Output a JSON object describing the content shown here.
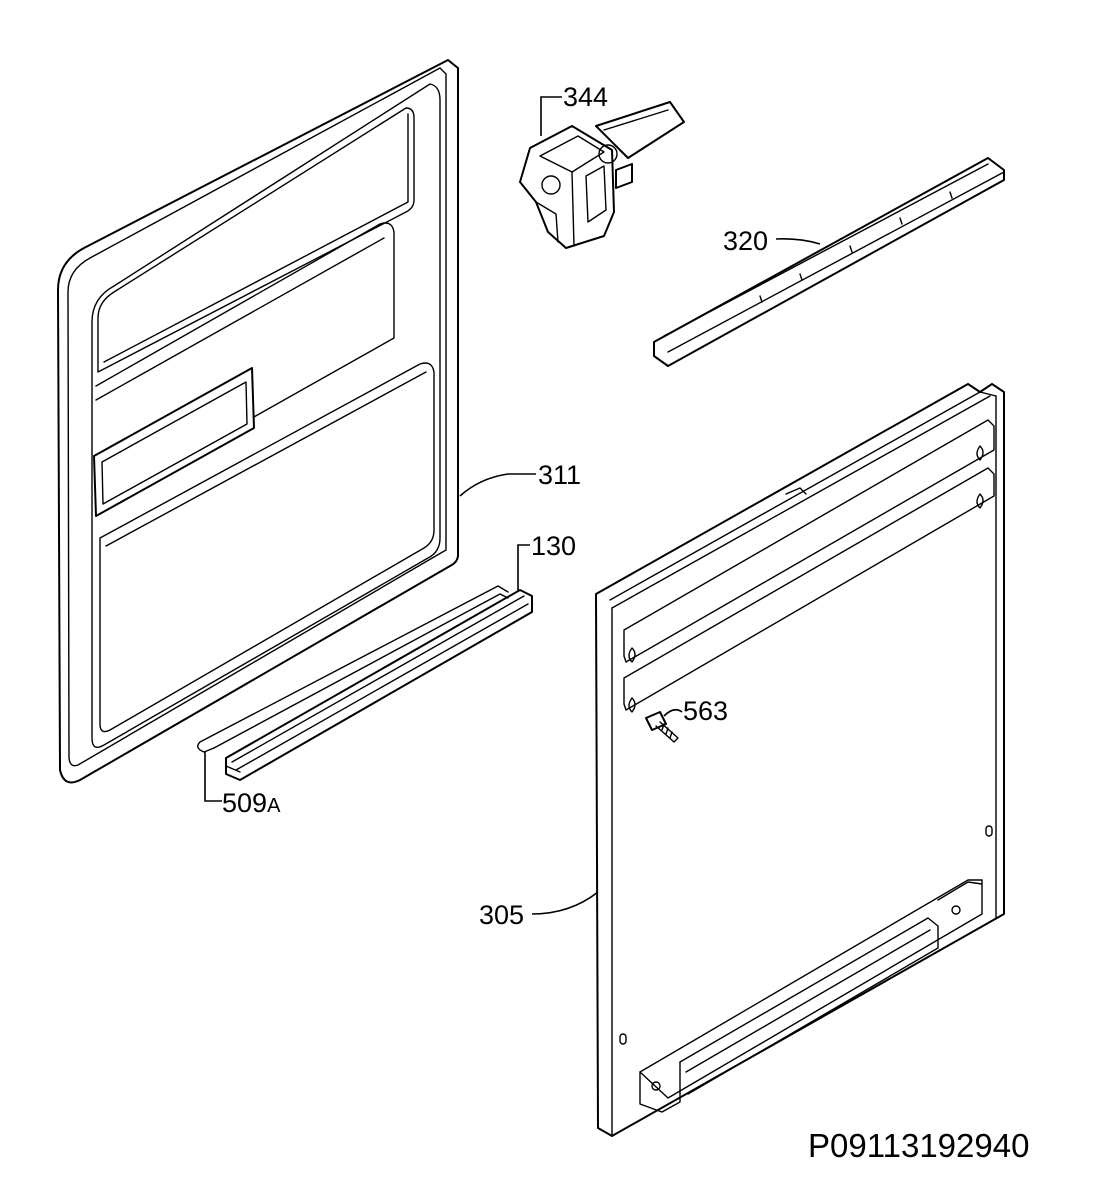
{
  "labels": {
    "p344": "344",
    "p320": "320",
    "p311": "311",
    "p130": "130",
    "p509": "509",
    "p509_suffix": "A",
    "p563": "563",
    "p305": "305"
  },
  "reference_code": "P09113192940"
}
